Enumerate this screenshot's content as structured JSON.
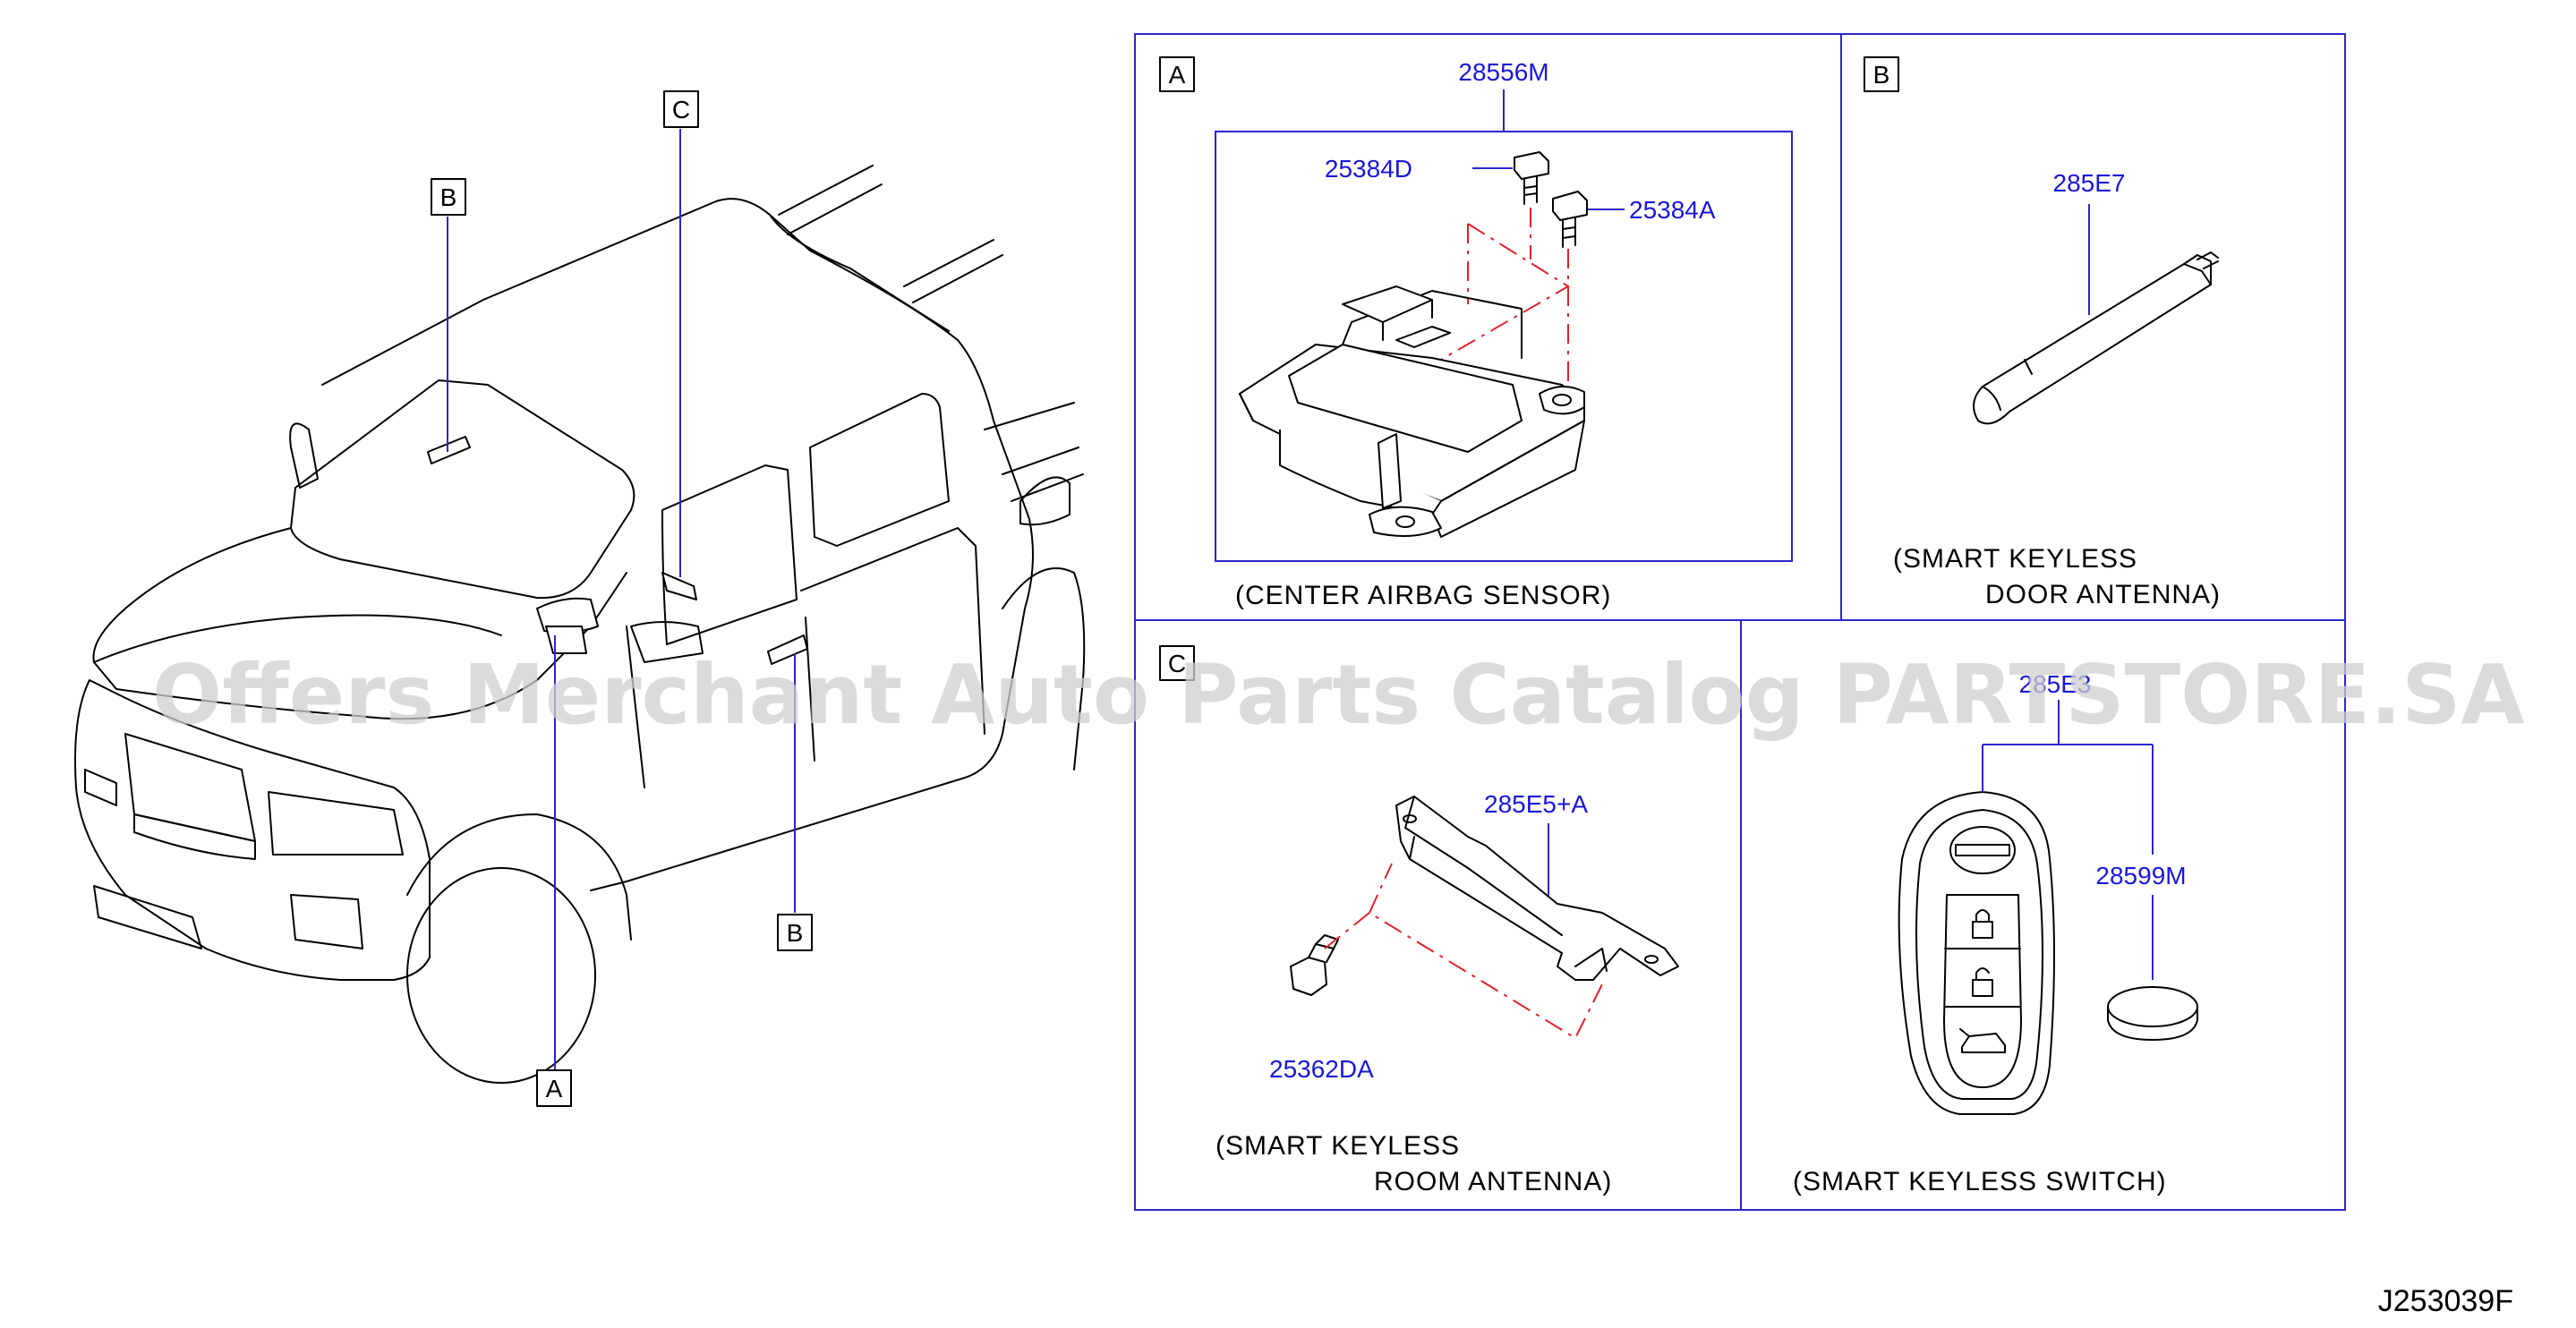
{
  "vehicle": {
    "callouts": [
      {
        "id": "B",
        "side": "top"
      },
      {
        "id": "C",
        "side": "top"
      },
      {
        "id": "B",
        "side": "bottom"
      },
      {
        "id": "A",
        "side": "bottom"
      }
    ]
  },
  "panels": {
    "a": {
      "letter": "A",
      "parts": {
        "p1": "28556M",
        "p2": "25384D",
        "p3": "25384A"
      },
      "caption": "(CENTER   AIRBAG   SENSOR)"
    },
    "b": {
      "letter": "B",
      "parts": {
        "p1": "285E7"
      },
      "caption_l1": "(SMART   KEYLESS",
      "caption_l2": "DOOR   ANTENNA)"
    },
    "c": {
      "letter": "C",
      "parts": {
        "p1": "285E5+A",
        "p2": "25362DA"
      },
      "caption_l1": "(SMART   KEYLESS",
      "caption_l2": "ROOM   ANTENNA)"
    },
    "d": {
      "parts": {
        "p1": "285E3",
        "p2": "28599M"
      },
      "caption": "(SMART   KEYLESS   SWITCH)"
    }
  },
  "watermark": "Offers Merchant Auto Parts Catalog PARTSTORE.SA",
  "diagram_ref": "J253039F"
}
